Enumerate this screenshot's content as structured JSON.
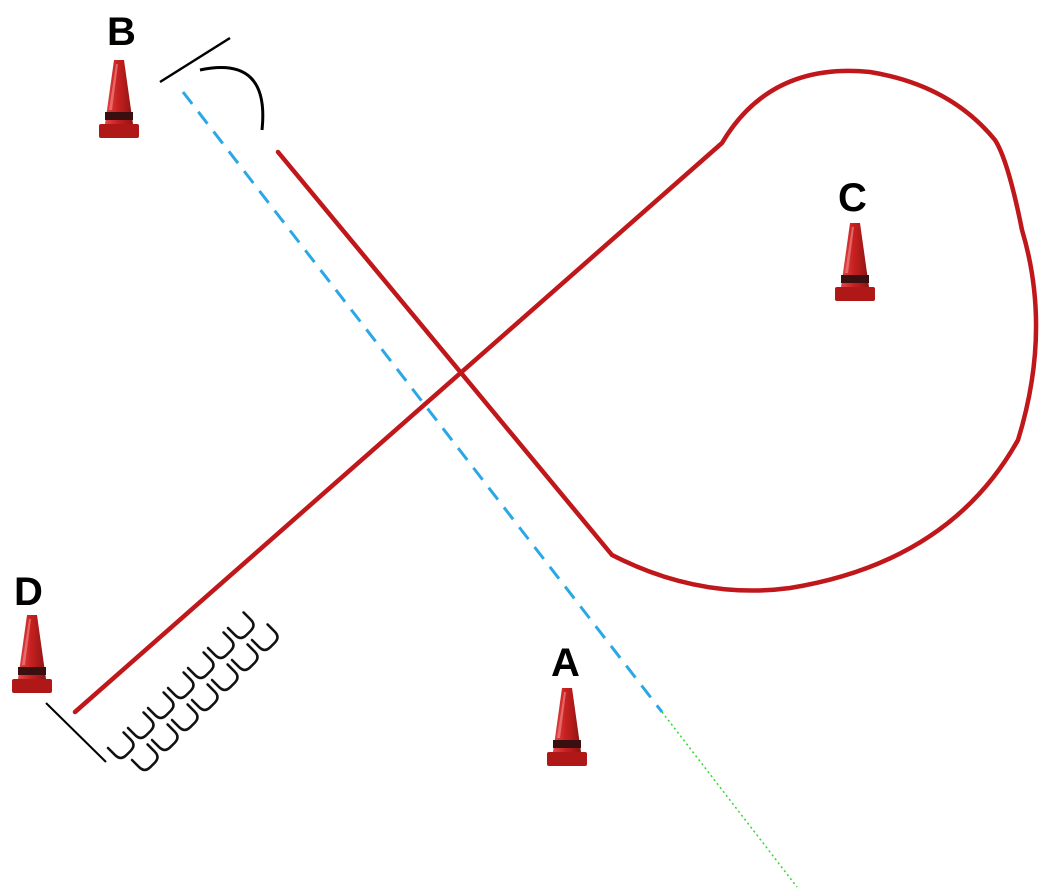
{
  "cones": [
    {
      "label": "B"
    },
    {
      "label": "C"
    },
    {
      "label": "D"
    },
    {
      "label": "A"
    }
  ],
  "colors": {
    "path": "#c0171b",
    "approach_dashed": "#2aa7e6",
    "exit_dotted": "#33d633",
    "cone_body": "#d42a2a",
    "cone_band": "#3a0f0f",
    "marks": "#000000"
  }
}
